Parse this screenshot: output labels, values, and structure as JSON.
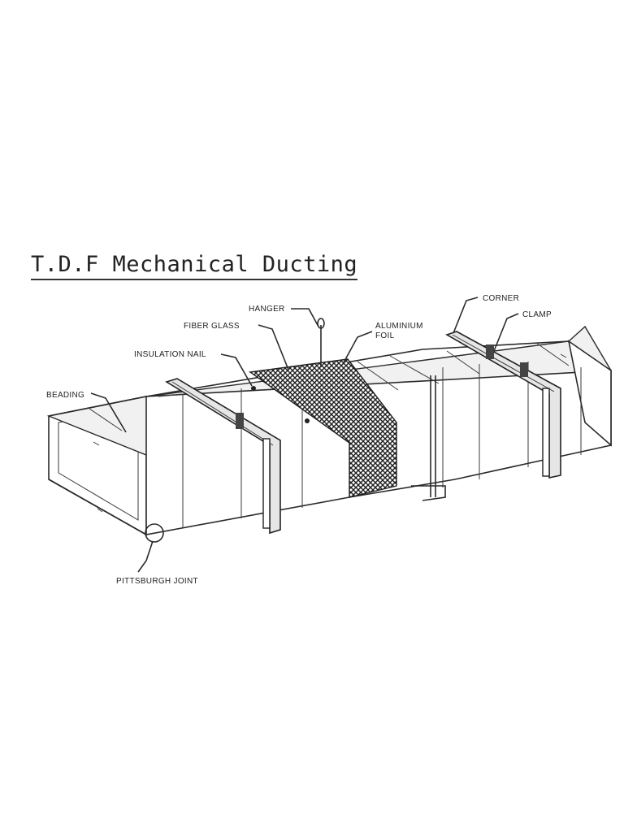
{
  "title": "T.D.F Mechanical Ducting",
  "labels": {
    "hanger": "HANGER",
    "fiber_glass": "FIBER GLASS",
    "insulation_nail": "INSULATION NAIL",
    "beading": "BEADING",
    "aluminium_foil_line1": "ALUMINIUM",
    "aluminium_foil_line2": "FOIL",
    "corner": "CORNER",
    "clamp": "CLAMP",
    "pittsburgh_joint": "PITTSBURGH JOINT"
  }
}
